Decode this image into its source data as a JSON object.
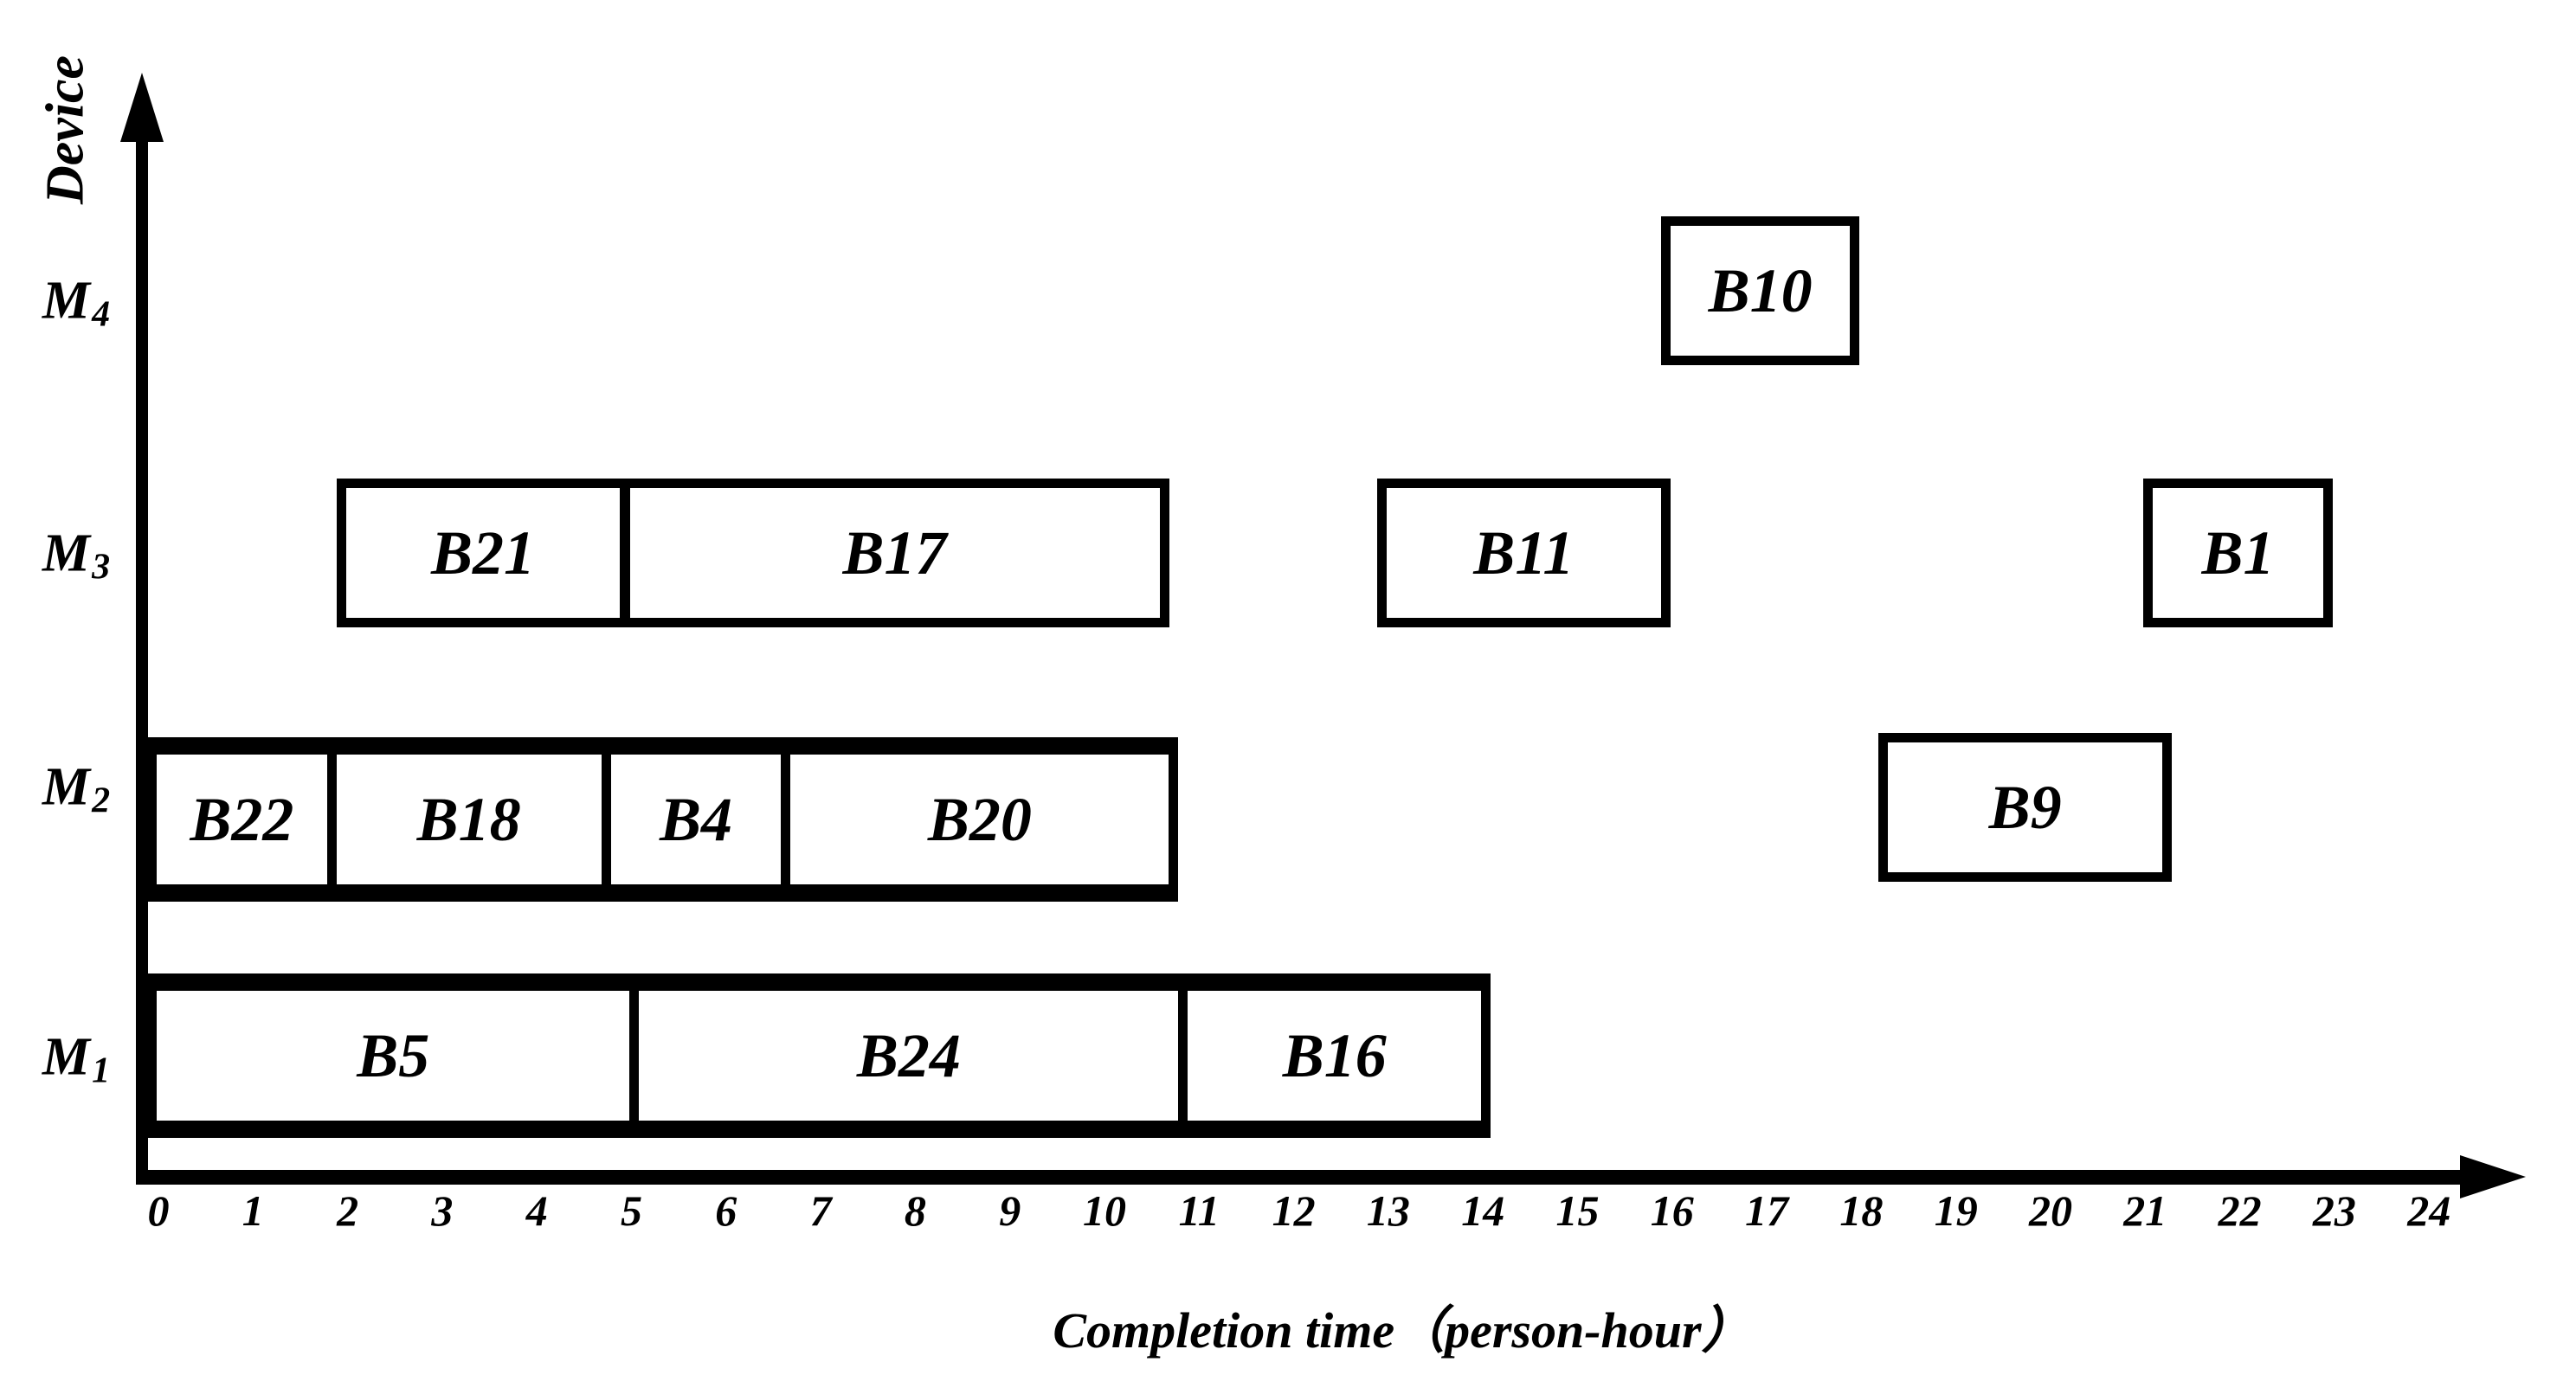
{
  "colors": {
    "ink": "#000000",
    "background": "#ffffff"
  },
  "chart_data": {
    "type": "bar",
    "variant": "gantt-schedule",
    "title": "",
    "xlabel": "Completion time（person-hour）",
    "ylabel": "Device",
    "x_unit": "person-hour",
    "xlim": [
      0,
      24
    ],
    "x_ticks": [
      0,
      1,
      2,
      3,
      4,
      5,
      6,
      7,
      8,
      9,
      10,
      11,
      12,
      13,
      14,
      15,
      16,
      17,
      18,
      19,
      20,
      21,
      22,
      23,
      24
    ],
    "grid": false,
    "legend": false,
    "machines": [
      {
        "name": "M1",
        "label_base": "M",
        "label_sub": "1",
        "outline": {
          "start": 0,
          "end": 14.1
        },
        "tasks": [
          {
            "label": "B5",
            "start": 0,
            "end": 5.1
          },
          {
            "label": "B24",
            "start": 5.1,
            "end": 10.9
          },
          {
            "label": "B16",
            "start": 10.9,
            "end": 14.1
          }
        ]
      },
      {
        "name": "M2",
        "label_base": "M",
        "label_sub": "2",
        "outline": {
          "start": 0,
          "end": 10.8
        },
        "tasks": [
          {
            "label": "B22",
            "start": 0,
            "end": 1.9
          },
          {
            "label": "B18",
            "start": 1.9,
            "end": 4.8
          },
          {
            "label": "B4",
            "start": 4.8,
            "end": 6.7
          },
          {
            "label": "B20",
            "start": 6.7,
            "end": 10.8
          },
          {
            "label": "B9",
            "start": 18.3,
            "end": 21.3,
            "dy": -14
          }
        ]
      },
      {
        "name": "M3",
        "label_base": "M",
        "label_sub": "3",
        "tasks": [
          {
            "label": "B21",
            "start": 2,
            "end": 5
          },
          {
            "label": "B17",
            "start": 5,
            "end": 10.7
          },
          {
            "label": "B11",
            "start": 13,
            "end": 16
          },
          {
            "label": "B1",
            "start": 21.1,
            "end": 23
          }
        ]
      },
      {
        "name": "M4",
        "label_base": "M",
        "label_sub": "4",
        "tasks": [
          {
            "label": "B10",
            "start": 16,
            "end": 18
          }
        ]
      }
    ]
  }
}
